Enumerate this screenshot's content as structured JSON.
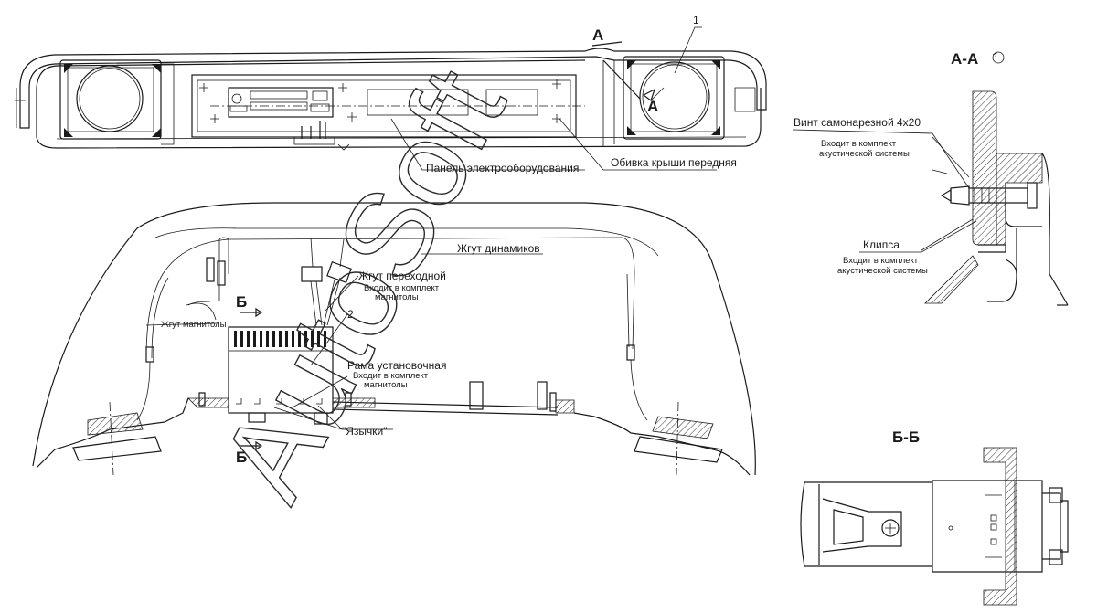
{
  "labels": {
    "callout_1": "1",
    "callout_2": "2",
    "section_a_mark": "А",
    "section_a_mark_lower": "А",
    "section_a_title": "А-А",
    "section_b_mark_top": "Б",
    "section_b_mark_bottom": "Б",
    "section_b_title": "Б-Б",
    "panel": "Панель электрооборудования",
    "roof_trim": "Обивка крыши передняя",
    "screw": "Винт самонарезной 4x20",
    "screw_note_1": "Входит в комплект",
    "screw_note_2": "акустической системы",
    "clip": "Клипса",
    "clip_note_1": "Входит в комплект",
    "clip_note_2": "акустической системы",
    "speaker_harness": "Жгут динамиков",
    "adapter_harness": "Жгут переходной",
    "adapter_note_1": "Входит в комплект",
    "adapter_note_2": "магнитолы",
    "mag_harness": "Жгут магнитолы",
    "frame": "Рама установочная",
    "frame_note_1": "Входит в комплект",
    "frame_note_2": "магнитолы",
    "tongues": "\"Язычки\""
  },
  "watermark": "AutoSoft",
  "icons": [
    "rotation-circle-icon",
    "speaker-icon",
    "radio-cassette-icon"
  ]
}
